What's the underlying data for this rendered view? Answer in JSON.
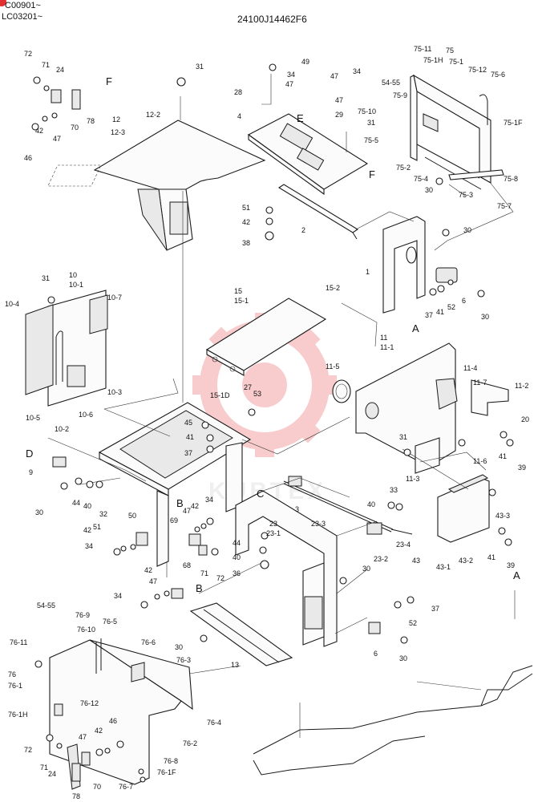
{
  "header": {
    "serial_line_1": "C00901~",
    "serial_line_2": "LC03201~",
    "drawing_code": "24100J14462F6"
  },
  "watermark": {
    "text": "KUBTEX",
    "color": "#e84a4a"
  },
  "colors": {
    "line": "#1a1a1a",
    "badge": "#e23030"
  },
  "view_letters": [
    "F",
    "E",
    "F",
    "A",
    "D",
    "B",
    "B",
    "C",
    "A"
  ],
  "part_labels": [
    "72",
    "71",
    "24",
    "78",
    "70",
    "47",
    "42",
    "46",
    "31",
    "12",
    "12-3",
    "12-2",
    "49",
    "34",
    "47",
    "34",
    "28",
    "47",
    "47",
    "29",
    "4",
    "31",
    "51",
    "42",
    "38",
    "2",
    "75-11",
    "75",
    "75-1H",
    "75-1",
    "75-12",
    "75-6",
    "54-55",
    "75-9",
    "75-10",
    "75-5",
    "75-2",
    "75-4",
    "75-1F",
    "75-8",
    "75-3",
    "75-7",
    "30",
    "30",
    "1",
    "37",
    "41",
    "52",
    "6",
    "30",
    "31",
    "10",
    "10-1",
    "10-4",
    "10-7",
    "10-3",
    "10-5",
    "10-2",
    "10-6",
    "15",
    "15-1",
    "15-2",
    "15-1D",
    "27",
    "53",
    "45",
    "41",
    "37",
    "11",
    "11-1",
    "11-5",
    "11-4",
    "11-7",
    "11-2",
    "20",
    "31",
    "11-3",
    "11-6",
    "41",
    "39",
    "9",
    "44",
    "40",
    "30",
    "32",
    "50",
    "51",
    "42",
    "34",
    "47",
    "42",
    "34",
    "69",
    "68",
    "71",
    "72",
    "34",
    "47",
    "42",
    "23",
    "23-1",
    "3",
    "23-3",
    "33",
    "40",
    "23-2",
    "23-4",
    "44",
    "40",
    "36",
    "30",
    "43-3",
    "43",
    "43-1",
    "43-2",
    "41",
    "39",
    "54-55",
    "76-9",
    "76-10",
    "76-5",
    "76-11",
    "76",
    "76-1",
    "76-6",
    "76-3",
    "76-12",
    "76-1H",
    "46",
    "42",
    "47",
    "72",
    "71",
    "24",
    "78",
    "70",
    "76-4",
    "76-2",
    "76-8",
    "76-1F",
    "76-7",
    "13",
    "30",
    "52",
    "37",
    "6",
    "30"
  ]
}
